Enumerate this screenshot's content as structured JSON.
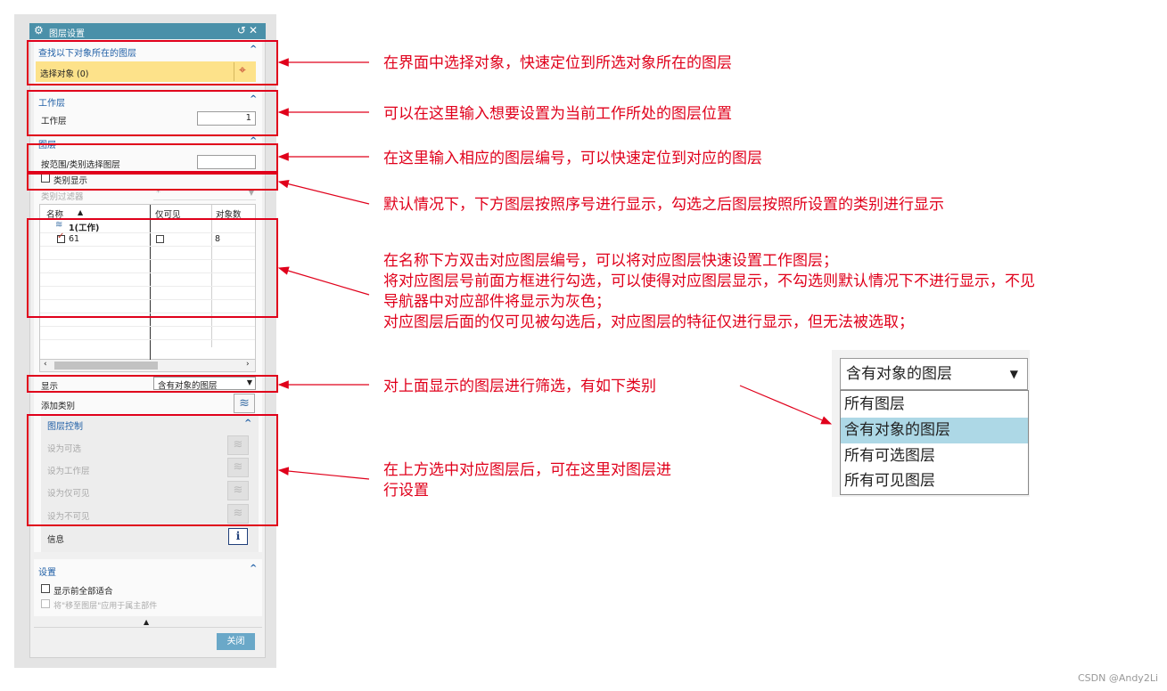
{
  "dialog": {
    "title": "图层设置",
    "find": {
      "title": "查找以下对象所在的图层",
      "select_label": "选择对象 (0)"
    },
    "work": {
      "title": "工作层",
      "label": "工作层",
      "value": "1"
    },
    "layers": {
      "title": "图层",
      "range_label": "按范围/类别选择图层",
      "category_display": "类别显示",
      "category_filter_label": "类别过滤器",
      "category_filter_value": "*",
      "columns": [
        "名称",
        "仅可见",
        "对象数"
      ],
      "rows": [
        {
          "name": "1(工作)",
          "visible_only": "",
          "count": ""
        },
        {
          "name": "61",
          "visible_only": "",
          "count": "8"
        }
      ],
      "show_label": "显示",
      "show_value": "含有对象的图层",
      "add_category": "添加类别"
    },
    "control": {
      "title": "图层控制",
      "items": [
        "设为可选",
        "设为工作层",
        "设为仅可见",
        "设为不可见"
      ],
      "info": "信息"
    },
    "settings": {
      "title": "设置",
      "fit_all": "显示前全部适合",
      "move_apply": "将\"移至图层\"应用于属主部件"
    },
    "close": "关闭"
  },
  "annotations": [
    "在界面中选择对象，快速定位到所选对象所在的图层",
    "可以在这里输入想要设置为当前工作所处的图层位置",
    "在这里输入相应的图层编号，可以快速定位到对应的图层",
    "默认情况下，下方图层按照序号进行显示，勾选之后图层按照所设置的类别进行显示",
    "在名称下方双击对应图层编号，可以将对应图层快速设置工作图层；",
    "将对应图层号前面方框进行勾选，可以使得对应图层显示，不勾选则默认情况下不进行显示，不见",
    "导航器中对应部件将显示为灰色；",
    "对应图层后面的仅可见被勾选后，对应图层的特征仅进行显示，但无法被选取；",
    "对上面显示的图层进行筛选，有如下类别",
    "在上方选中对应图层后，可在这里对图层进",
    "行设置"
  ],
  "dropdown": {
    "selected": "含有对象的图层",
    "options": [
      "所有图层",
      "含有对象的图层",
      "所有可选图层",
      "所有可见图层"
    ]
  },
  "watermark": "CSDN @Andy2Li",
  "colors": {
    "accent": "#4a90a9",
    "annotation": "#e0001b",
    "highlight": "#fde28a",
    "selected_option": "#add8e6"
  }
}
